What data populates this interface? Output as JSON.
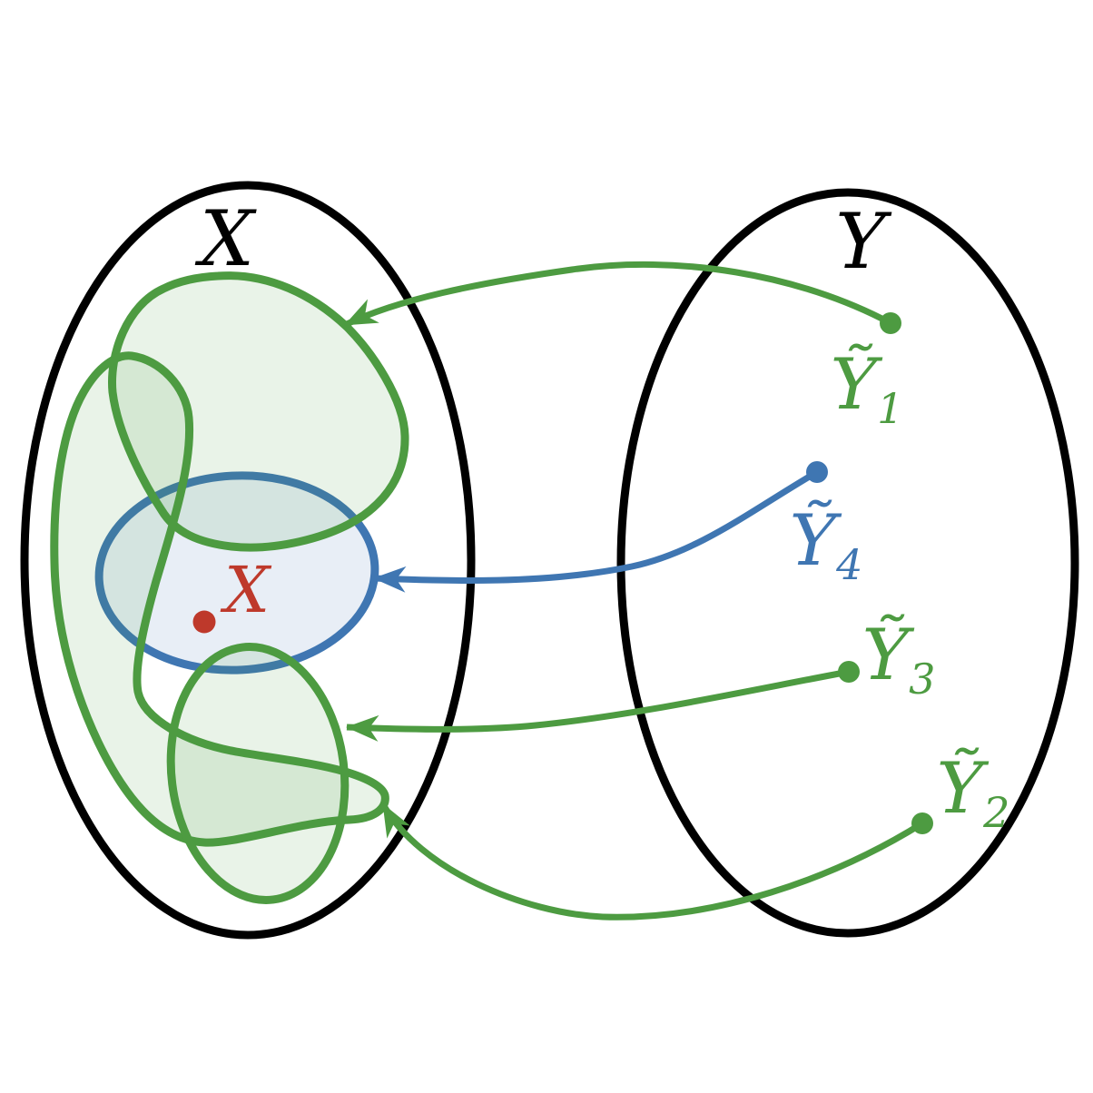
{
  "figure": {
    "description": "Two sets diagram: domain set with fuzzy preimage regions, codomain set with sample points mapping back",
    "background": "#ffffff",
    "colors": {
      "green": "#4d9b41",
      "blue": "#3f76b2",
      "red": "#be392b",
      "outline": "#000000",
      "green_fill": "#4d9b41",
      "blue_fill": "#3f76b2"
    },
    "domain_set": {
      "label": "X"
    },
    "codomain_set": {
      "label": "Y"
    },
    "point_X": {
      "label": "X"
    },
    "points": [
      {
        "id": "Y1",
        "base": "Ỹ",
        "sub": "1",
        "color": "#4d9b41"
      },
      {
        "id": "Y4",
        "base": "Ỹ",
        "sub": "4",
        "color": "#3f76b2"
      },
      {
        "id": "Y3",
        "base": "Ỹ",
        "sub": "3",
        "color": "#4d9b41"
      },
      {
        "id": "Y2",
        "base": "Ỹ",
        "sub": "2",
        "color": "#4d9b41"
      }
    ]
  }
}
